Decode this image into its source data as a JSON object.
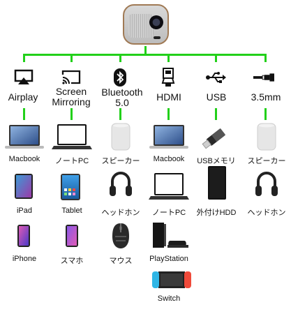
{
  "interfaces": [
    {
      "label": "Airplay",
      "icon": "airplay-icon"
    },
    {
      "label": "Screen\nMirroring",
      "icon": "screen-mirroring-icon"
    },
    {
      "label": "Bluetooth\n5.0",
      "icon": "bluetooth-icon"
    },
    {
      "label": "HDMI",
      "icon": "hdmi-icon"
    },
    {
      "label": "USB",
      "icon": "usb-icon"
    },
    {
      "label": "3.5mm",
      "icon": "audio-jack-icon"
    }
  ],
  "devices": {
    "airplay": [
      "Macbook",
      "iPad",
      "iPhone"
    ],
    "screen_mirroring": [
      "ノートPC",
      "Tablet",
      "スマホ"
    ],
    "bluetooth": [
      "スピーカー",
      "ヘッドホン",
      "マウス"
    ],
    "hdmi": [
      "Macbook",
      "ノートPC",
      "PlayStation",
      "Switch"
    ],
    "usb": [
      "USBメモリ",
      "外付けHDD"
    ],
    "audio": [
      "スピーカー",
      "ヘッドホン"
    ]
  },
  "colors": {
    "connector": "#22d01a"
  }
}
